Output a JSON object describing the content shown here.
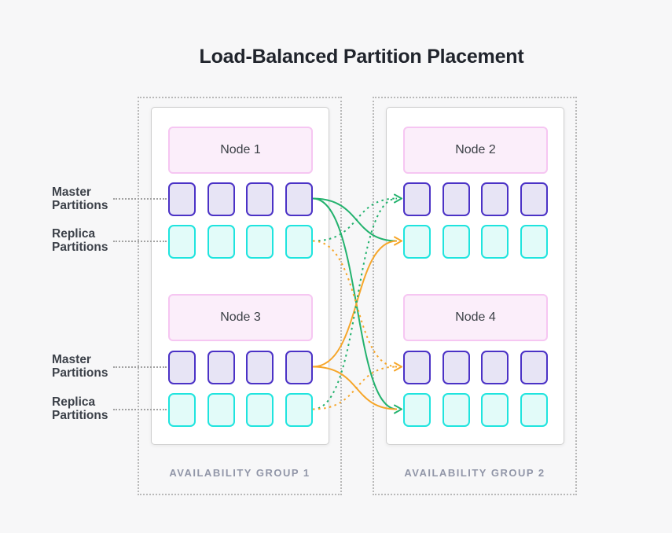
{
  "title": "Load-Balanced Partition Placement",
  "groups": [
    {
      "label": "AVAILABILITY GROUP 1",
      "nodes": [
        {
          "name": "Node 1"
        },
        {
          "name": "Node 3"
        }
      ]
    },
    {
      "label": "AVAILABILITY GROUP 2",
      "nodes": [
        {
          "name": "Node 2"
        },
        {
          "name": "Node 4"
        }
      ]
    }
  ],
  "side_labels": [
    {
      "text": "Master Partitions"
    },
    {
      "text": "Replica Partitions"
    },
    {
      "text": "Master Partitions"
    },
    {
      "text": "Replica Partitions"
    }
  ],
  "partitions_per_row": 4,
  "colors": {
    "green": "#23b26e",
    "orange": "#f6a62a",
    "master_border": "#4b32c6",
    "master_fill": "#e7e4f5",
    "replica_border": "#1fe4de",
    "replica_fill": "#e2fbf9",
    "node_banner_fill": "#fbeefa",
    "node_banner_border": "#f6c6f2"
  },
  "connections": [
    {
      "from": "n1-master",
      "to": "n2-replica",
      "color": "green",
      "style": "solid"
    },
    {
      "from": "n1-master",
      "to": "n4-replica",
      "color": "green",
      "style": "solid"
    },
    {
      "from": "n3-master",
      "to": "n2-replica",
      "color": "orange",
      "style": "solid"
    },
    {
      "from": "n3-master",
      "to": "n4-replica",
      "color": "orange",
      "style": "solid"
    },
    {
      "from": "n1-replica",
      "to": "n2-master",
      "color": "green",
      "style": "dotted"
    },
    {
      "from": "n3-replica",
      "to": "n2-master",
      "color": "green",
      "style": "dotted"
    },
    {
      "from": "n1-replica",
      "to": "n4-master",
      "color": "orange",
      "style": "dotted"
    },
    {
      "from": "n3-replica",
      "to": "n4-master",
      "color": "orange",
      "style": "dotted"
    }
  ],
  "arrowheads": [
    {
      "at": "n2-master",
      "color": "green"
    },
    {
      "at": "n2-replica",
      "color": "orange"
    },
    {
      "at": "n4-master",
      "color": "orange"
    },
    {
      "at": "n4-replica",
      "color": "green"
    }
  ]
}
